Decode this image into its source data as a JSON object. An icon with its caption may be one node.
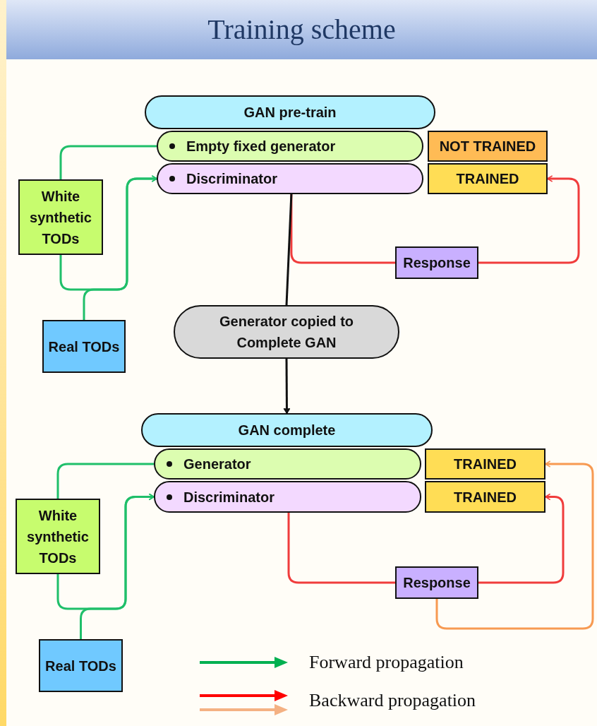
{
  "diagram": {
    "title": "Training scheme",
    "nodes": [
      {
        "text": [
          "GAN pre-train"
        ]
      },
      {
        "text": [
          "Empty fixed generator"
        ]
      },
      {
        "text": [
          "Discriminator"
        ]
      },
      {
        "text": [
          "NOT TRAINED"
        ]
      },
      {
        "text": [
          "TRAINED"
        ]
      },
      {
        "text": [
          "White synthetic TODs"
        ]
      },
      {
        "text": [
          "Real TODs"
        ]
      },
      {
        "text": [
          "Response"
        ]
      },
      {
        "text": [
          "Generator copied to Complete GAN"
        ]
      },
      {
        "text": [
          "GAN complete"
        ]
      },
      {
        "text": [
          "Generator"
        ]
      },
      {
        "text": [
          "Discriminator"
        ]
      },
      {
        "text": [
          "TRAINED"
        ]
      },
      {
        "text": [
          "TRAINED"
        ]
      },
      {
        "text": [
          "White synthetic TODs"
        ]
      },
      {
        "text": [
          "Real TODs"
        ]
      },
      {
        "text": [
          "Response"
        ]
      }
    ],
    "edges": [
      {
        "from": 1,
        "to": 5,
        "arrow": "none"
      },
      {
        "from": 5,
        "to": 2,
        "arrow": "to"
      },
      {
        "from": 6,
        "to": 2,
        "arrow": "to"
      },
      {
        "from": 2,
        "to": 7,
        "arrow": "none",
        "color": "#f03c3c"
      },
      {
        "from": 7,
        "to": 4,
        "arrow": "to",
        "color": "#f03c3c"
      },
      {
        "from": 2,
        "to": 8,
        "arrow": "none",
        "color": "#111111"
      },
      {
        "from": 8,
        "to": 9,
        "arrow": "to",
        "color": "#111111"
      },
      {
        "from": 10,
        "to": 14,
        "arrow": "none"
      },
      {
        "from": 14,
        "to": 11,
        "arrow": "to"
      },
      {
        "from": 15,
        "to": 11,
        "arrow": "to"
      },
      {
        "from": 11,
        "to": 16,
        "arrow": "none",
        "color": "#f03c3c"
      },
      {
        "from": 16,
        "to": 13,
        "arrow": "to",
        "color": "#f03c3c"
      },
      {
        "from": 16,
        "to": 12,
        "arrow": "to",
        "color": "#f79a52"
      }
    ],
    "legend": [
      {
        "text": "Forward propagation"
      },
      {
        "text": "Backward propagation"
      }
    ]
  }
}
